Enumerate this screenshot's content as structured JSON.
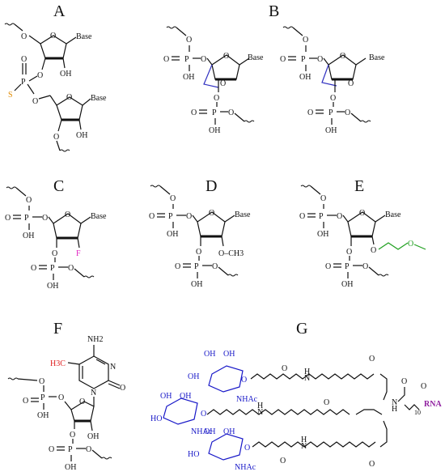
{
  "panels": {
    "A": {
      "letter": "A",
      "base": "Base",
      "oh": "OH",
      "o": "O",
      "p": "P",
      "s": "S"
    },
    "B": {
      "letter": "B",
      "base": "Base",
      "oh": "OH",
      "o": "O",
      "p": "P"
    },
    "C": {
      "letter": "C",
      "base": "Base",
      "oh": "OH",
      "o": "O",
      "p": "P",
      "f": "F"
    },
    "D": {
      "letter": "D",
      "base": "Base",
      "oh": "OH",
      "o": "O",
      "p": "P",
      "methyl": "O–CH3"
    },
    "E": {
      "letter": "E",
      "base": "Base",
      "oh": "OH",
      "o": "O",
      "p": "P"
    },
    "F": {
      "letter": "F",
      "nh2": "NH2",
      "h3c": "H3C",
      "n": "N",
      "o": "O",
      "oh": "OH",
      "p": "P"
    },
    "G": {
      "letter": "G",
      "nhac": "NHAc",
      "oh": "OH",
      "ho": "HO",
      "o": "O",
      "n": "N",
      "h": "H",
      "ten": "10",
      "rna": "RNA"
    }
  },
  "colors": {
    "sulfur": "#e08a00",
    "fluorine": "#e020c0",
    "methyl": "#e02020",
    "moe": "#20a020",
    "lna_bridge": "#3030c0",
    "galnac": "#1818c8",
    "rna": "#9020a0",
    "h3c": "#e02020"
  }
}
